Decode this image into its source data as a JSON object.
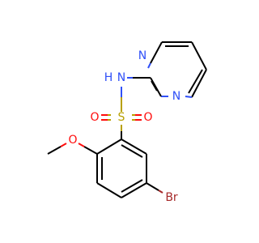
{
  "colors": {
    "carbon_bond": "#000000",
    "nitrogen": "#3050F8",
    "oxygen": "#FF0D0D",
    "sulfur": "#B8A000",
    "bromine": "#A62929",
    "background": "#FFFFFF"
  },
  "atoms": {
    "pyrimidine_n_top": "N",
    "pyrimidine_n_bottom": "N",
    "sulfonamide_nh": "N",
    "sulfonamide_h": "H",
    "sulfur": "S",
    "sulfonyl_o_left": "O",
    "sulfonyl_o_right": "O",
    "methoxy_o": "O",
    "bromine": "Br"
  }
}
